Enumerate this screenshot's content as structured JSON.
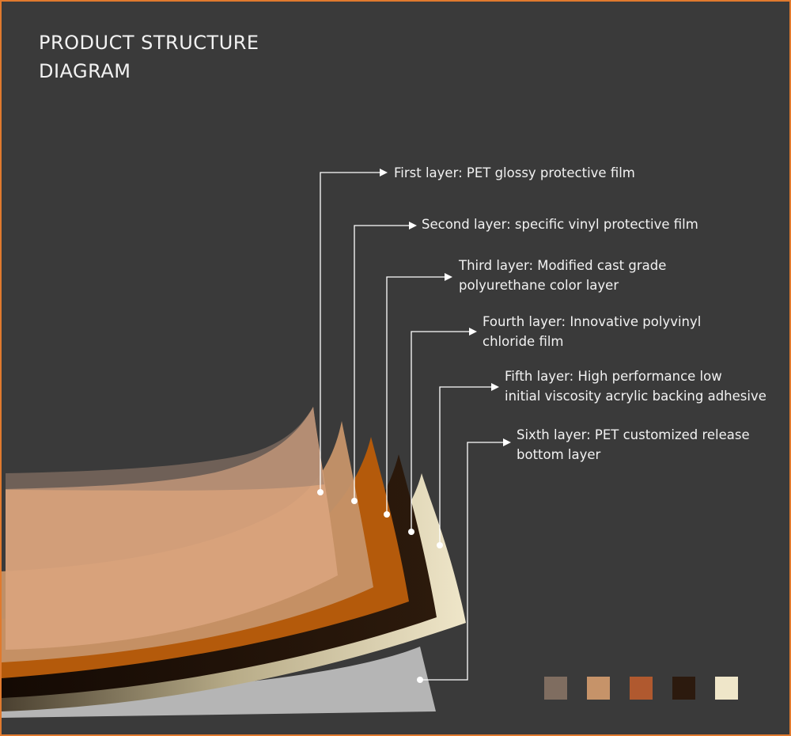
{
  "title": {
    "line1": "PRODUCT STRUCTURE",
    "line2": "DIAGRAM"
  },
  "layers": [
    {
      "line1": "First layer: PET glossy protective film",
      "line2": "",
      "color": "#d8a27c"
    },
    {
      "line1": "Second layer: specific vinyl protective film",
      "line2": "",
      "color": "#c69369"
    },
    {
      "line1": "Third layer: Modified cast grade",
      "line2": "polyurethane color layer",
      "color": "#b45a0b"
    },
    {
      "line1": "Fourth layer: Innovative polyvinyl",
      "line2": "chloride film",
      "color": "#2c1a0c"
    },
    {
      "line1": "Fifth layer: High performance low",
      "line2": "initial viscosity acrylic backing adhesive",
      "color": "#eee6c6"
    },
    {
      "line1": "Sixth layer: PET customized release",
      "line2": "bottom layer",
      "color": "#b5b5b5"
    }
  ],
  "swatches": [
    "#7f6d60",
    "#c69369",
    "#b0592f",
    "#2c1a0e",
    "#efe6c9"
  ],
  "colors": {
    "border": "#e07a2e",
    "background": "#3a3a3a",
    "text": "#f2f2f2"
  }
}
